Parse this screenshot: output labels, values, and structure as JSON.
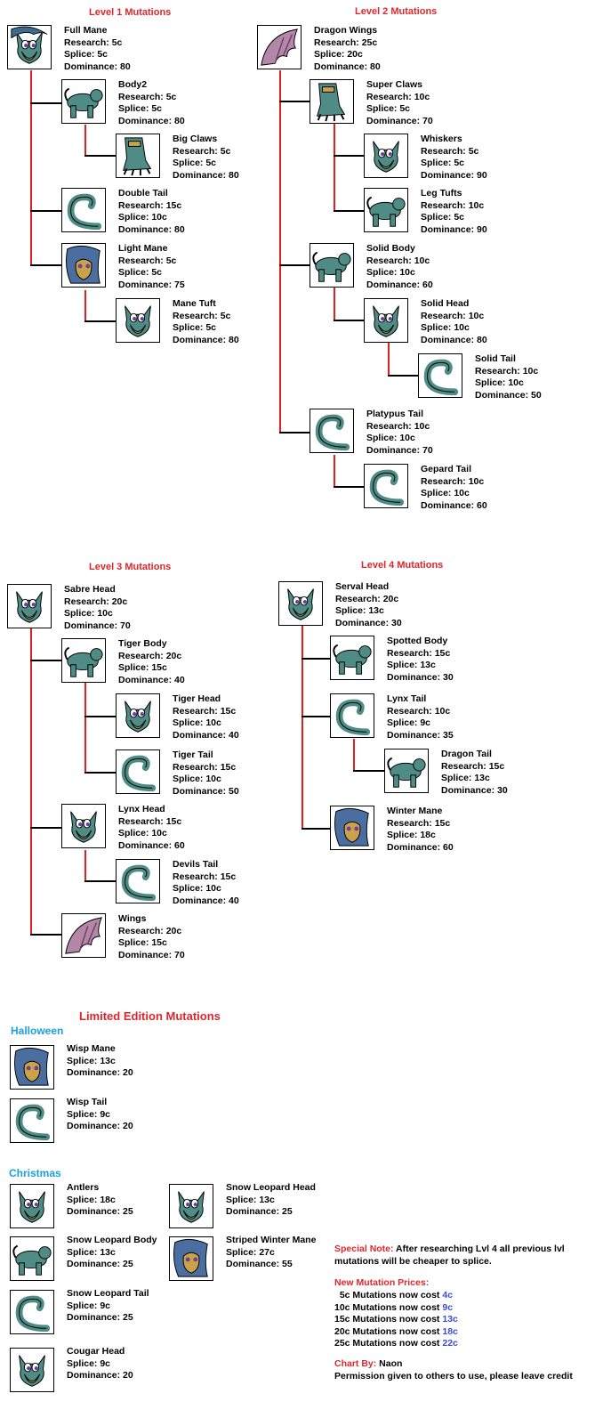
{
  "headers": {
    "level1": "Level  1 Mutations",
    "level2": "Level 2 Mutations",
    "level3": "Level 3 Mutations",
    "level4": "Level 4 Mutations",
    "limited": "Limited Edition Mutations",
    "halloween": "Halloween",
    "christmas": "Christmas"
  },
  "level1": [
    {
      "name": "Full Mane",
      "research": "Research: 5c",
      "splice": "Splice: 5c",
      "dominance": "Dominance: 80",
      "icon": "full-mane"
    },
    {
      "name": "Body2",
      "research": "Research: 5c",
      "splice": "Splice: 5c",
      "dominance": "Dominance: 80",
      "icon": "body"
    },
    {
      "name": "Big Claws",
      "research": "Research: 5c",
      "splice": "Splice: 5c",
      "dominance": "Dominance: 80",
      "icon": "claws"
    },
    {
      "name": "Double Tail",
      "research": "Research: 15c",
      "splice": "Splice: 10c",
      "dominance": "Dominance: 80",
      "icon": "tail"
    },
    {
      "name": "Light Mane",
      "research": "Research: 5c",
      "splice": "Splice: 5c",
      "dominance": "Dominance: 75",
      "icon": "mane"
    },
    {
      "name": "Mane Tuft",
      "research": "Research: 5c",
      "splice": "Splice: 5c",
      "dominance": "Dominance: 80",
      "icon": "head"
    }
  ],
  "level2": [
    {
      "name": "Dragon Wings",
      "research": "Research: 25c",
      "splice": "Splice: 20c",
      "dominance": "Dominance: 80",
      "icon": "wings"
    },
    {
      "name": "Super Claws",
      "research": "Research: 10c",
      "splice": "Splice: 5c",
      "dominance": "Dominance: 70",
      "icon": "claws"
    },
    {
      "name": "Whiskers",
      "research": "Research: 5c",
      "splice": "Splice: 5c",
      "dominance": "Dominance: 90",
      "icon": "head"
    },
    {
      "name": "Leg Tufts",
      "research": "Research: 10c",
      "splice": "Splice: 5c",
      "dominance": "Dominance: 90",
      "icon": "body"
    },
    {
      "name": "Solid Body",
      "research": "Research: 10c",
      "splice": "Splice: 10c",
      "dominance": "Dominance: 60",
      "icon": "body"
    },
    {
      "name": "Solid Head",
      "research": "Research: 10c",
      "splice": "Splice: 10c",
      "dominance": "Dominance: 80",
      "icon": "head"
    },
    {
      "name": "Solid Tail",
      "research": "Research: 10c",
      "splice": "Splice: 10c",
      "dominance": "Dominance: 50",
      "icon": "tail"
    },
    {
      "name": "Platypus Tail",
      "research": "Research: 10c",
      "splice": "Splice: 10c",
      "dominance": "Dominance: 70",
      "icon": "tail"
    },
    {
      "name": "Gepard Tail",
      "research": "Research: 10c",
      "splice": "Splice: 10c",
      "dominance": "Dominance: 60",
      "icon": "tail"
    }
  ],
  "level3": [
    {
      "name": "Sabre Head",
      "research": "Research: 20c",
      "splice": "Splice: 10c",
      "dominance": "Dominance: 70",
      "icon": "head"
    },
    {
      "name": "Tiger Body",
      "research": "Research: 20c",
      "splice": "Splice: 15c",
      "dominance": "Dominance: 40",
      "icon": "body"
    },
    {
      "name": "Tiger Head",
      "research": "Research: 15c",
      "splice": "Splice: 10c",
      "dominance": "Dominance: 40",
      "icon": "head"
    },
    {
      "name": "Tiger Tail",
      "research": "Research: 15c",
      "splice": "Splice: 10c",
      "dominance": "Dominance: 50",
      "icon": "tail"
    },
    {
      "name": "Lynx Head",
      "research": "Research: 15c",
      "splice": "Splice: 10c",
      "dominance": "Dominance: 60",
      "icon": "head"
    },
    {
      "name": "Devils Tail",
      "research": "Research: 15c",
      "splice": "Splice: 10c",
      "dominance": "Dominance: 40",
      "icon": "tail"
    },
    {
      "name": "Wings",
      "research": "Research: 20c",
      "splice": "Splice: 15c",
      "dominance": "Dominance: 70",
      "icon": "wings"
    }
  ],
  "level4": [
    {
      "name": "Serval Head",
      "research": "Research: 20c",
      "splice": "Splice: 13c",
      "dominance": "Dominance: 30",
      "icon": "head"
    },
    {
      "name": "Spotted Body",
      "research": "Research: 15c",
      "splice": "Splice: 13c",
      "dominance": "Dominance: 30",
      "icon": "body"
    },
    {
      "name": "Lynx Tail",
      "research": "Research: 10c",
      "splice": "Splice: 9c",
      "dominance": "Dominance: 35",
      "icon": "tail"
    },
    {
      "name": "Dragon Tail",
      "research": "Research: 15c",
      "splice": "Splice: 13c",
      "dominance": "Dominance: 30",
      "icon": "body"
    },
    {
      "name": "Winter Mane",
      "research": "Research: 15c",
      "splice": "Splice: 18c",
      "dominance": "Dominance: 60",
      "icon": "mane"
    }
  ],
  "halloween": [
    {
      "name": "Wisp Mane",
      "splice": "Splice: 13c",
      "dominance": "Dominance: 20",
      "icon": "mane"
    },
    {
      "name": "Wisp Tail",
      "splice": "Splice: 9c",
      "dominance": "Dominance: 20",
      "icon": "tail"
    }
  ],
  "christmas": [
    {
      "name": "Antlers",
      "splice": "Splice: 18c",
      "dominance": "Dominance: 25",
      "icon": "head"
    },
    {
      "name": "Snow Leopard Head",
      "splice": "Splice: 13c",
      "dominance": "Dominance: 25",
      "icon": "head"
    },
    {
      "name": "Snow Leopard Body",
      "splice": "Splice: 13c",
      "dominance": "Dominance: 25",
      "icon": "body"
    },
    {
      "name": "Striped Winter Mane",
      "splice": "Splice: 27c",
      "dominance": "Dominance: 55",
      "icon": "mane"
    },
    {
      "name": "Snow Leopard Tail",
      "splice": "Splice: 9c",
      "dominance": "Dominance: 25",
      "icon": "tail"
    },
    {
      "name": "Cougar Head",
      "splice": "Splice: 9c",
      "dominance": "Dominance: 20",
      "icon": "head"
    }
  ],
  "notes": {
    "special_label": "Special Note:",
    "special_text": " After researching Lvl 4 all previous lvl mutations will be cheaper to splice.",
    "prices_title": "New Mutation Prices:",
    "prices": [
      {
        "label": "  5c Mutations now cost ",
        "price": "4c"
      },
      {
        "label": "10c Mutations now cost ",
        "price": "9c"
      },
      {
        "label": "15c Mutations now cost ",
        "price": "13c"
      },
      {
        "label": "20c Mutations now cost ",
        "price": "18c"
      },
      {
        "label": "25c Mutations now cost ",
        "price": "22c"
      }
    ],
    "chart_by_label": "Chart By:",
    "chart_by_name": " Naon",
    "permission": "Permission given to others to use, please leave credit"
  },
  "colors": {
    "header_red": "#e0262b",
    "subheader_blue": "#1aa0e0",
    "price_blue": "#3a4bd8",
    "teal": "#4f8c86",
    "tan": "#c9a24a"
  }
}
